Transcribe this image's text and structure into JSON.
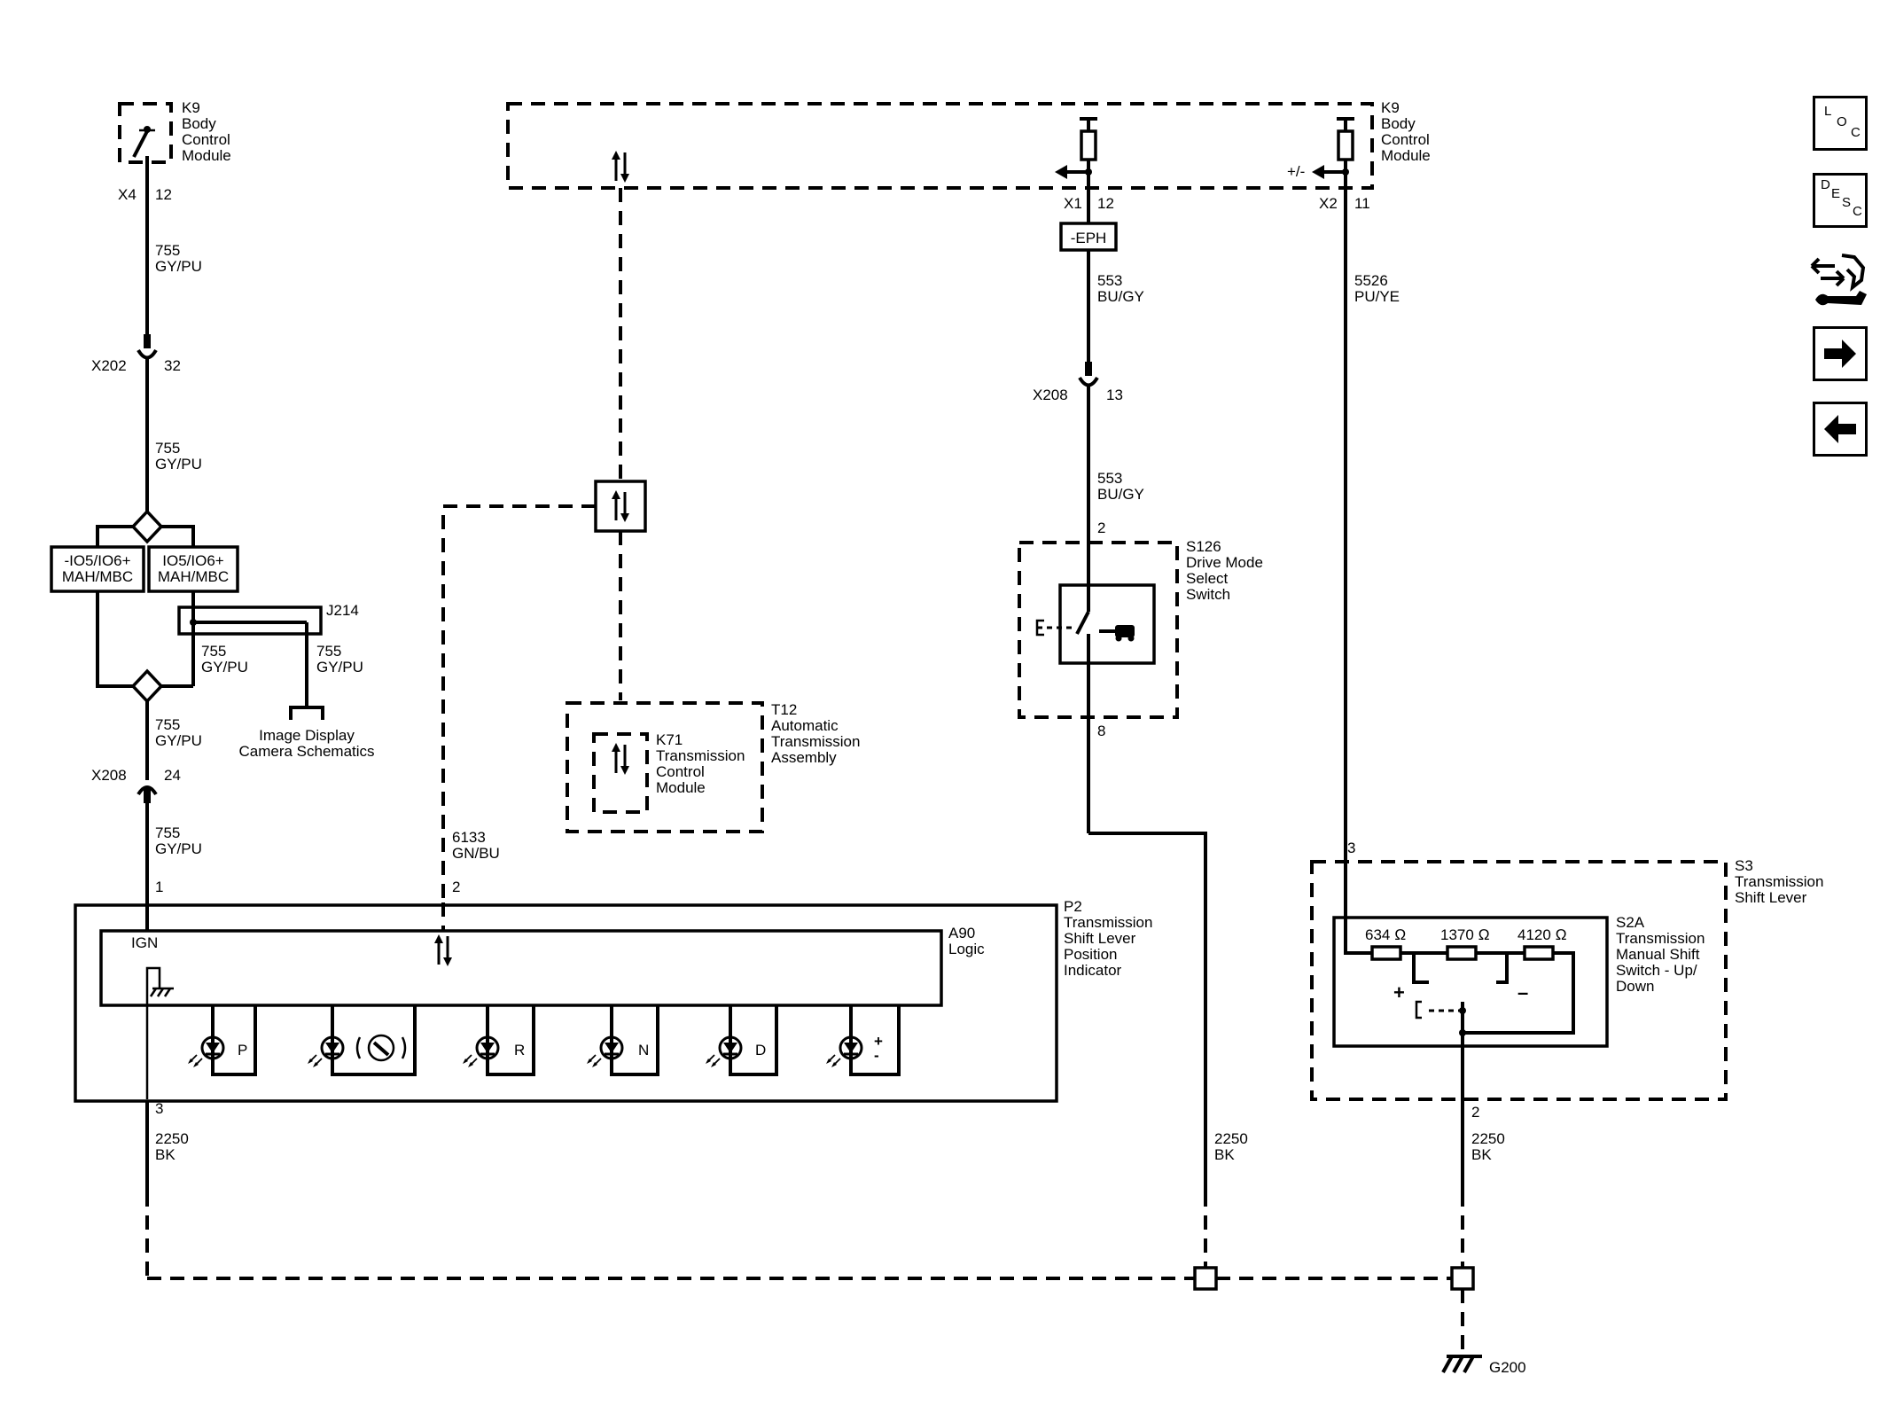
{
  "components": {
    "k9_left": {
      "ref": "K9",
      "l1": "Body",
      "l2": "Control",
      "l3": "Module",
      "conn": "X4",
      "pin": "12"
    },
    "k9_right": {
      "ref": "K9",
      "l1": "Body",
      "l2": "Control",
      "l3": "Module",
      "x1": "X1",
      "x1pin": "12",
      "x2": "X2",
      "x2pin": "11",
      "pm": "+/-"
    },
    "eph": "-EPH",
    "x202": {
      "ref": "X202",
      "pin": "32"
    },
    "x208a": {
      "ref": "X208",
      "pin": "24"
    },
    "x208b": {
      "ref": "X208",
      "pin": "13"
    },
    "opt_left": {
      "l1": "-IO5/IO6+",
      "l2": "MAH/MBC"
    },
    "opt_right": {
      "l1": "IO5/IO6+",
      "l2": "MAH/MBC"
    },
    "j214": "J214",
    "image_display": {
      "l1": "Image Display",
      "l2": "Camera Schematics"
    },
    "t12": {
      "ref": "T12",
      "l1": "Automatic",
      "l2": "Transmission",
      "l3": "Assembly"
    },
    "k71": {
      "ref": "K71",
      "l1": "Transmission",
      "l2": "Control",
      "l3": "Module"
    },
    "s126": {
      "ref": "S126",
      "l1": "Drive Mode",
      "l2": "Select",
      "l3": "Switch",
      "pin_top": "2",
      "pin_bot": "8"
    },
    "p2": {
      "ref": "P2",
      "l1": "Transmission",
      "l2": "Shift Lever",
      "l3": "Position",
      "l4": "Indicator",
      "pin1": "1",
      "pin2": "2",
      "pin3": "3"
    },
    "a90": {
      "ref": "A90",
      "l1": "Logic",
      "ign": "IGN"
    },
    "leds": {
      "p": "P",
      "r": "R",
      "n": "N",
      "d": "D",
      "plus": "+",
      "minus": "-"
    },
    "s3": {
      "ref": "S3",
      "l1": "Transmission",
      "l2": "Shift Lever",
      "pin_top": "3",
      "pin_bot": "2"
    },
    "s2a": {
      "ref": "S2A",
      "l1": "Transmission",
      "l2": "Manual Shift",
      "l3": "Switch - Up/",
      "l4": "Down",
      "plus": "+",
      "minus": "–"
    },
    "resistors": [
      "634 Ω",
      "1370 Ω",
      "4120 Ω"
    ],
    "g200": "G200"
  },
  "wires": {
    "w755_1": {
      "num": "755",
      "color": "GY/PU"
    },
    "w755_2": {
      "num": "755",
      "color": "GY/PU"
    },
    "w755_3": {
      "num": "755",
      "color": "GY/PU"
    },
    "w755_4": {
      "num": "755",
      "color": "GY/PU"
    },
    "w755_5": {
      "num": "755",
      "color": "GY/PU"
    },
    "w755_6": {
      "num": "755",
      "color": "GY/PU"
    },
    "w553_1": {
      "num": "553",
      "color": "BU/GY"
    },
    "w553_2": {
      "num": "553",
      "color": "BU/GY"
    },
    "w5526": {
      "num": "5526",
      "color": "PU/YE"
    },
    "w6133": {
      "num": "6133",
      "color": "GN/BU"
    },
    "w2250_1": {
      "num": "2250",
      "color": "BK"
    },
    "w2250_2": {
      "num": "2250",
      "color": "BK"
    },
    "w2250_3": {
      "num": "2250",
      "color": "BK"
    }
  },
  "nav": {
    "loc": {
      "a": "L",
      "b": "O",
      "c": "C"
    },
    "desc": {
      "a": "D",
      "b": "E",
      "c": "S",
      "d": "C"
    },
    "icons": [
      "power-wrench-icon",
      "arrow-right-icon",
      "arrow-left-icon"
    ]
  }
}
